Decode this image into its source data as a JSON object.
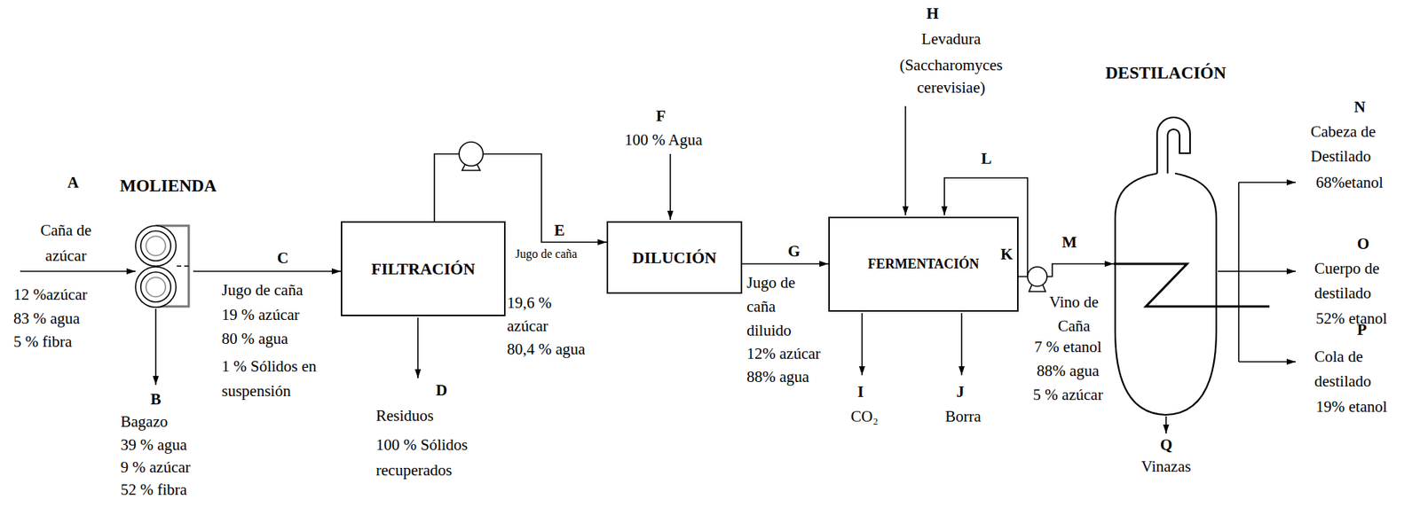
{
  "diagram": {
    "nodes": [
      {
        "text": [
          "MOLIENDA"
        ]
      },
      {
        "text": [
          "FILTRACIÓN"
        ]
      },
      {
        "text": [
          "DILUCIÓN"
        ]
      },
      {
        "text": [
          "FERMENTACIÓN"
        ]
      },
      {
        "text": [
          "DESTILACIÓN"
        ]
      }
    ],
    "edges": [
      {
        "from": 0,
        "to": 1,
        "arrow": "to"
      },
      {
        "from": 1,
        "to": 2,
        "arrow": "to"
      },
      {
        "from": 2,
        "to": 3,
        "arrow": "to"
      },
      {
        "from": 3,
        "to": 4,
        "arrow": "to"
      }
    ],
    "labels": [
      "A",
      "Caña de azúcar",
      "12 %azúcar",
      "83 % agua",
      "5 % fibra",
      "B",
      "Bagazo",
      "39 % agua",
      "9 % azúcar",
      "52 % fibra",
      "C",
      "Jugo de caña",
      "19 % azúcar",
      "80 % agua",
      "1 % Sólidos en suspensión",
      "D",
      "Residuos",
      "100 % Sólidos recuperados",
      "E",
      "Jugo de caña",
      "19,6 % azúcar",
      "80,4 % agua",
      "F",
      "100 % Agua",
      "G",
      "Jugo de caña diluido",
      "12% azúcar",
      "88% agua",
      "H",
      "Levadura",
      "(Saccharomyces cerevisiae)",
      "L",
      "I",
      "CO₂",
      "J",
      "Borra",
      "K",
      "M",
      "Vino de Caña",
      "7 % etanol",
      "88% agua",
      "5 % azúcar",
      "N",
      "Cabeza de Destilado",
      "68%etanol",
      "O",
      "Cuerpo de destilado",
      "52% etanol",
      "P",
      "Cola de destilado",
      "19% etanol",
      "Q",
      "Vinazas"
    ]
  }
}
